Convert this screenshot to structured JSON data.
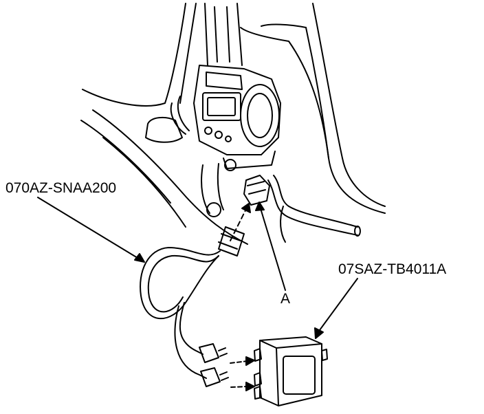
{
  "callouts": {
    "tool_1": "070AZ-SNAA200",
    "tool_2": "07SAZ-TB4011A",
    "connector": "A"
  },
  "colors": {
    "ink": "#000000",
    "paper": "#ffffff"
  }
}
